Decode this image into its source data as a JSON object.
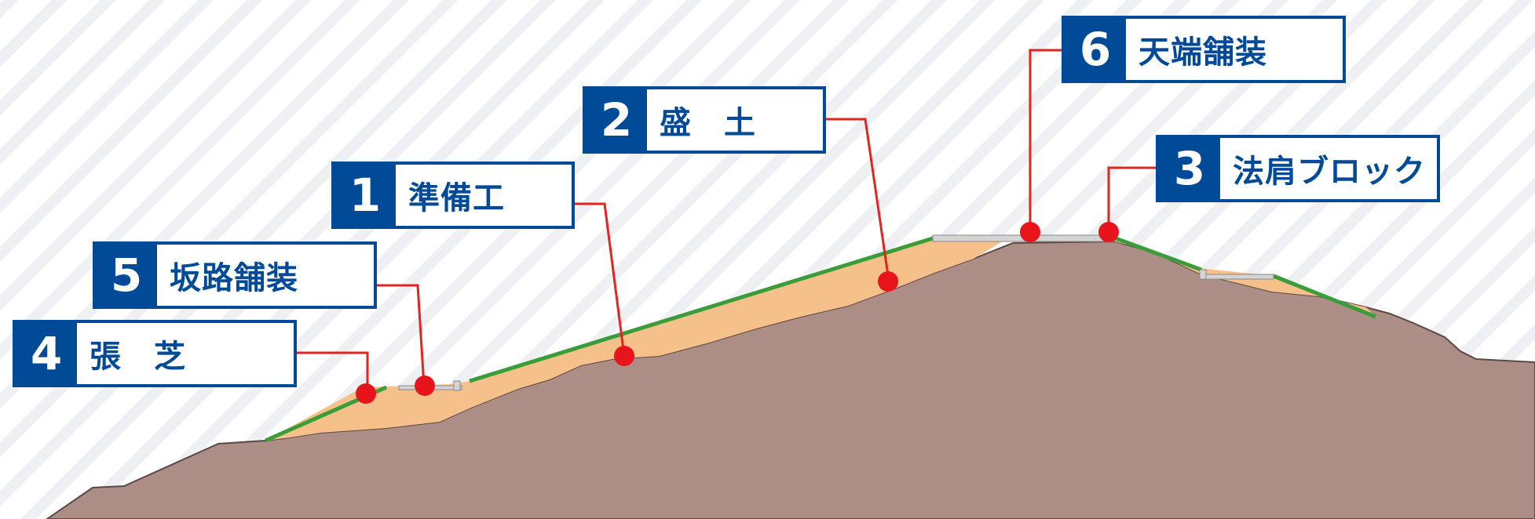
{
  "labels": [
    {
      "id": "preparation",
      "number": "1",
      "text": "準備工"
    },
    {
      "id": "embankment",
      "number": "2",
      "text": "盛　土"
    },
    {
      "id": "shoulder-block",
      "number": "3",
      "text": "法肩ブロック"
    },
    {
      "id": "turf",
      "number": "4",
      "text": "張　芝"
    },
    {
      "id": "ramp-paving",
      "number": "5",
      "text": "坂路舗装"
    },
    {
      "id": "crest-paving",
      "number": "6",
      "text": "天端舗装"
    }
  ],
  "colors": {
    "label_blue": "#004a97",
    "leader_red": "#e0261e",
    "marker_red": "#e8141c",
    "ground": "#ad8e86",
    "ground_edge": "#5c4844",
    "fill_soil": "#f6c08a",
    "turf_green": "#3a9d3a",
    "pavement_gray": "#d4d4d4"
  }
}
